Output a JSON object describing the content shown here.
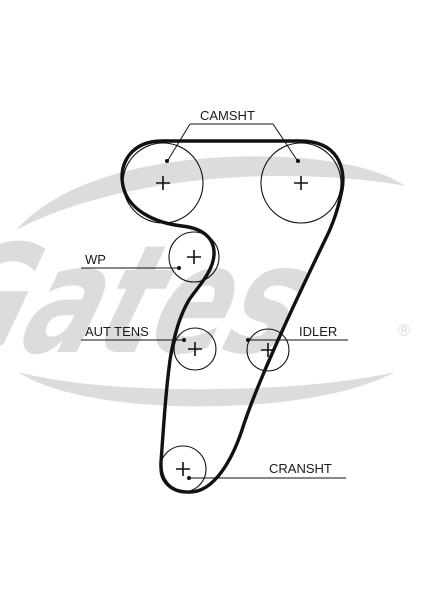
{
  "diagram": {
    "watermark": {
      "brand": "Gates",
      "registered_mark": "®",
      "color": "#dcdcde"
    },
    "labels": {
      "camshaft": "CAMSHT",
      "water_pump": "WP",
      "auto_tensioner": "AUT TENS",
      "idler": "IDLER",
      "crankshaft": "CRANSHT"
    },
    "belt_color": "#111111"
  }
}
